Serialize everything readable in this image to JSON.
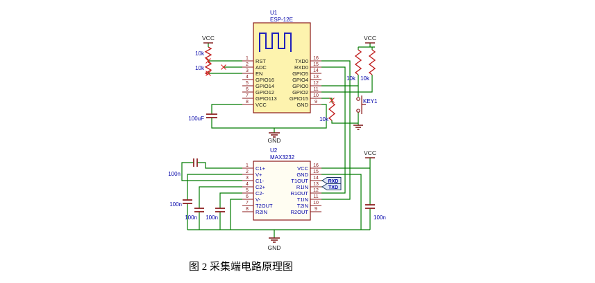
{
  "caption": "图 2 采集端电路原理图",
  "colors": {
    "wire": "#007b00",
    "component": "#8b1a1a",
    "resistor": "#c02020",
    "capacitor": "#8b1a1a",
    "powersym": "#7a1010",
    "error": "#e02020",
    "chipfill": "#fdf3ae",
    "chip2fill": "#fffdf2",
    "antenna": "#2020bb",
    "portfill": "#dce6f4",
    "portstroke": "#1f3864",
    "textblue": "#0000a8",
    "textdark": "#1a1a1a",
    "textnum": "#8b1a1a",
    "captioncolor": "#000000"
  },
  "u1": {
    "designator": "U1",
    "part": "ESP-12E",
    "left_pins": [
      {
        "num": "1",
        "name": "RST"
      },
      {
        "num": "2",
        "name": "ADC"
      },
      {
        "num": "3",
        "name": "EN"
      },
      {
        "num": "4",
        "name": "GPIO16"
      },
      {
        "num": "5",
        "name": "GPIO14"
      },
      {
        "num": "6",
        "name": "GPIO12"
      },
      {
        "num": "7",
        "name": "GPIO113"
      },
      {
        "num": "8",
        "name": "VCC"
      }
    ],
    "right_pins": [
      {
        "num": "16",
        "name": "TXD0"
      },
      {
        "num": "15",
        "name": "RXD0"
      },
      {
        "num": "14",
        "name": "GPIO5"
      },
      {
        "num": "13",
        "name": "GPIO4"
      },
      {
        "num": "12",
        "name": "GPIO0"
      },
      {
        "num": "11",
        "name": "GPIO2"
      },
      {
        "num": "10",
        "name": "GPIO15"
      },
      {
        "num": "9",
        "name": "GND"
      }
    ]
  },
  "u2": {
    "designator": "U2",
    "part": "MAX3232",
    "left_pins": [
      {
        "num": "1",
        "name": "C1+"
      },
      {
        "num": "2",
        "name": "V+"
      },
      {
        "num": "3",
        "name": "C1-"
      },
      {
        "num": "4",
        "name": "C2+"
      },
      {
        "num": "5",
        "name": "C2-"
      },
      {
        "num": "6",
        "name": "V-"
      },
      {
        "num": "7",
        "name": "T2OUT"
      },
      {
        "num": "8",
        "name": "R2IN"
      }
    ],
    "right_pins": [
      {
        "num": "16",
        "name": "VCC"
      },
      {
        "num": "15",
        "name": "GND"
      },
      {
        "num": "14",
        "name": "T1OUT"
      },
      {
        "num": "13",
        "name": "R1IN"
      },
      {
        "num": "12",
        "name": "R1OUT"
      },
      {
        "num": "11",
        "name": "T1IN"
      },
      {
        "num": "10",
        "name": "T2IN"
      },
      {
        "num": "9",
        "name": "R2OUT"
      }
    ]
  },
  "values": {
    "r_rst": "10k",
    "r_en": "10k",
    "r_gpio0": "10k",
    "r_gpio2": "10k",
    "r_gpio15": "10k",
    "c_vcc": "100uF",
    "c1": "100n",
    "c2": "100n",
    "c3": "100n",
    "c4": "100n",
    "c5": "100n",
    "key1": "KEY1"
  },
  "ports": {
    "rxd": "RXD",
    "txd": "TXD"
  },
  "power": {
    "vcc": "VCC",
    "gnd": "GND"
  }
}
